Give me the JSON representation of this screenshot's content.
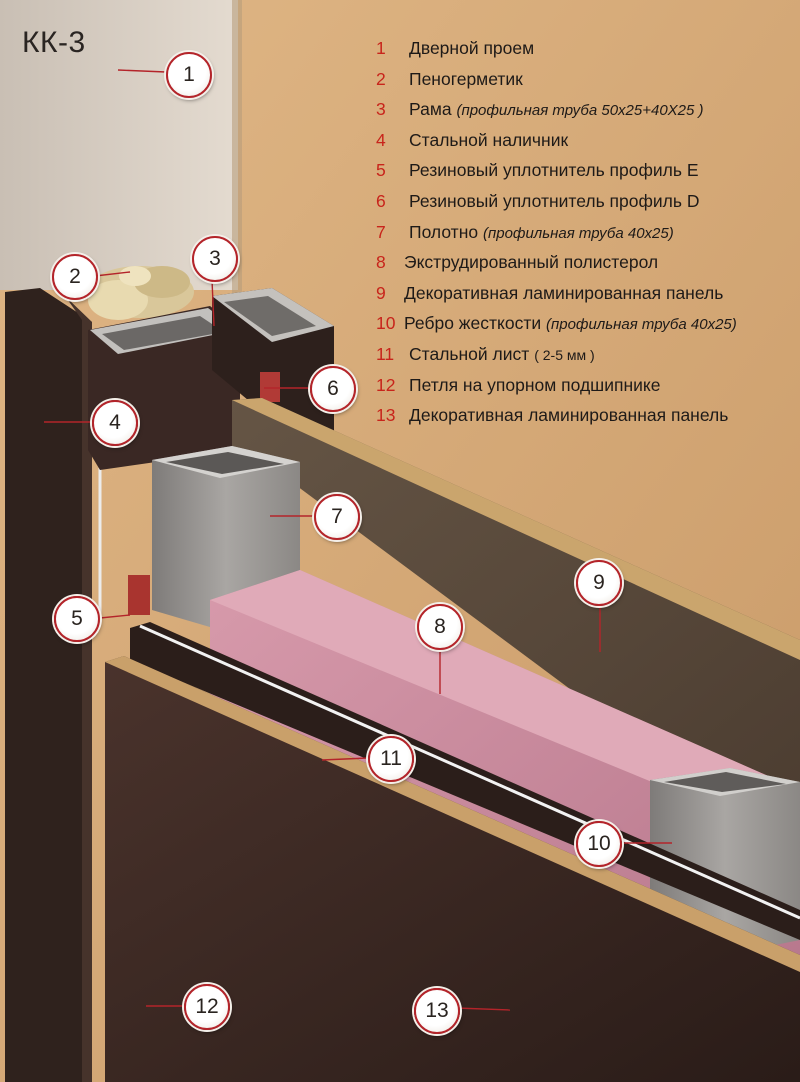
{
  "title": "КК-3",
  "legend": [
    {
      "num": "1",
      "text": "Дверной проем",
      "note": ""
    },
    {
      "num": "2",
      "text": "Пеногерметик",
      "note": ""
    },
    {
      "num": "3",
      "text": "Рама",
      "note": "(профильная труба 50х25+40Х25 )"
    },
    {
      "num": "4",
      "text": "Стальной наличник",
      "note": ""
    },
    {
      "num": "5",
      "text": "Резиновый уплотнитель профиль Е",
      "note": ""
    },
    {
      "num": "6",
      "text": "Резиновый уплотнитель профиль D",
      "note": ""
    },
    {
      "num": "7",
      "text": "Полотно",
      "note": "(профильная труба 40х25)"
    },
    {
      "num": "8",
      "text": "Экструдированный полистерол",
      "note": ""
    },
    {
      "num": "9",
      "text": "Декоративная ламинированная панель",
      "note": ""
    },
    {
      "num": "10",
      "text": "Ребро жесткости",
      "note": "(профильная труба 40х25)"
    },
    {
      "num": "11",
      "text": "Стальной лист",
      "note": "( 2-5 мм )"
    },
    {
      "num": "12",
      "text": "Петля на упорном подшипнике",
      "note": ""
    },
    {
      "num": "13",
      "text": "Декоративная ламинированная панель",
      "note": ""
    }
  ],
  "callouts": [
    "1",
    "2",
    "3",
    "4",
    "5",
    "6",
    "7",
    "8",
    "9",
    "10",
    "11",
    "12",
    "13"
  ],
  "colors": {
    "accent_red": "#c8241b",
    "wall_left": "#d6cbbf",
    "wall_right": "#d9ae7a",
    "steel": "#9a9794",
    "foam": "#c8899c",
    "panel_dark": "#3e2a24",
    "panel_edge": "#cfa86d"
  }
}
